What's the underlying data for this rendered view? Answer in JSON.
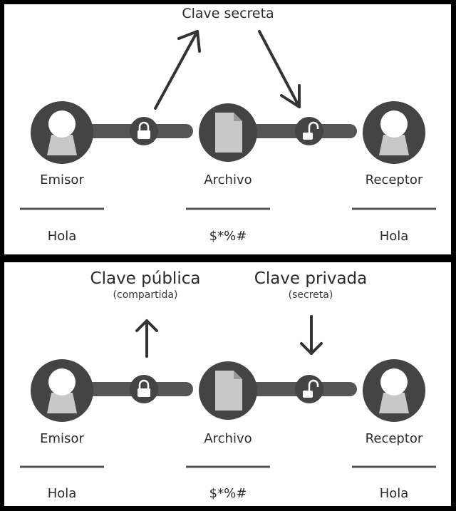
{
  "top_panel": {
    "key_label": "Clave secreta",
    "sender_label": "Emisor",
    "file_label": "Archivo",
    "receiver_label": "Receptor",
    "sender_message": "Hola",
    "file_message": "$*%#",
    "receiver_message": "Hola"
  },
  "bottom_panel": {
    "public_key_title": "Clave pública",
    "public_key_subtitle": "(compartida)",
    "private_key_title": "Clave privada",
    "private_key_subtitle": "(secreta)",
    "sender_label": "Emisor",
    "file_label": "Archivo",
    "receiver_label": "Receptor",
    "sender_message": "Hola",
    "file_message": "$*%#",
    "receiver_message": "Hola"
  },
  "icons": {
    "person": "person-icon",
    "document": "document-icon",
    "lock": "lock-icon",
    "unlock": "unlock-icon",
    "arrow": "arrow-icon"
  },
  "colors": {
    "circle": "#444444",
    "bar": "#555555",
    "figure": "#c8c8c8",
    "line": "#555555",
    "background": "#ffffff",
    "frame": "#000000"
  }
}
